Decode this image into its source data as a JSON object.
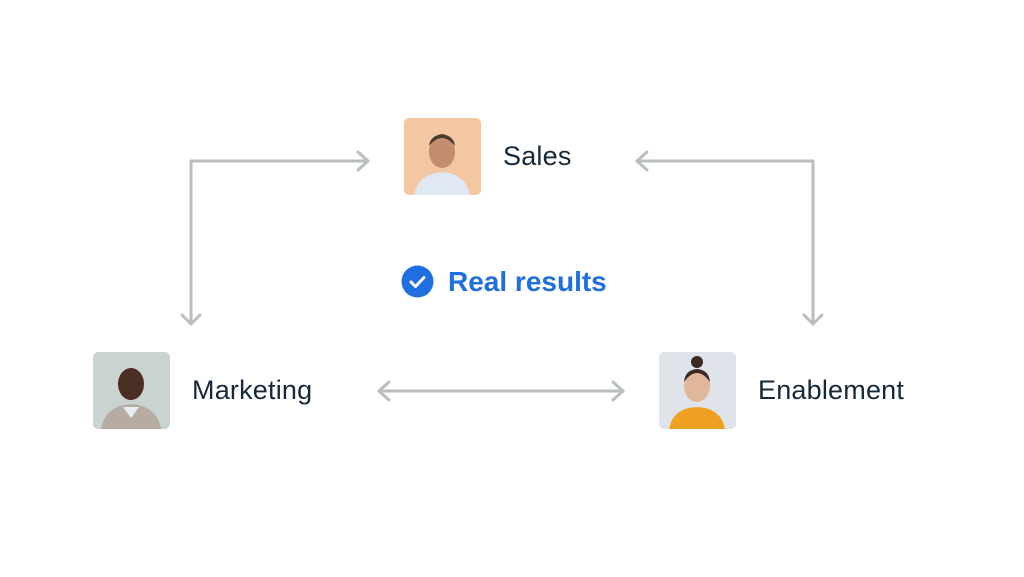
{
  "nodes": {
    "sales": {
      "label": "Sales",
      "avatar_bg": "#f2c7a2"
    },
    "marketing": {
      "label": "Marketing",
      "avatar_bg": "#c9d3d0"
    },
    "enablement": {
      "label": "Enablement",
      "avatar_bg": "#dfe3ea"
    }
  },
  "center": {
    "label": "Real results",
    "icon": "check-circle-icon"
  },
  "colors": {
    "accent": "#1f6fe0",
    "arrow": "#b9bebe",
    "text": "#15293a"
  }
}
